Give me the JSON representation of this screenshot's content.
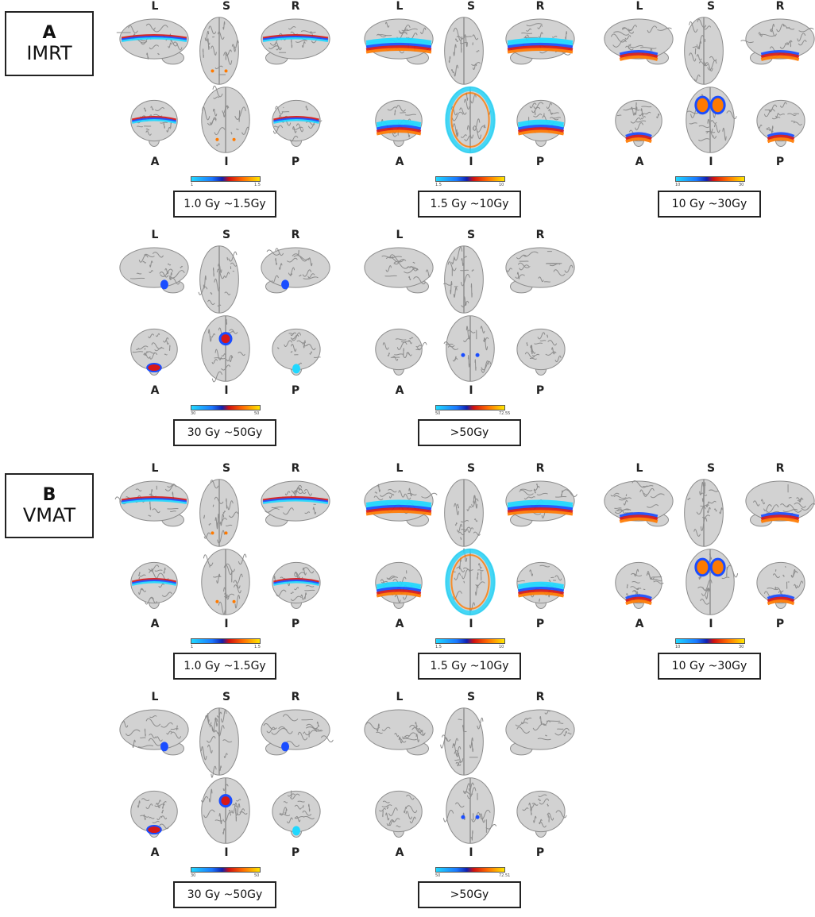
{
  "sections": [
    {
      "letter": "A",
      "name": "IMRT",
      "panels": [
        {
          "range": "1.0 Gy ~1.5Gy",
          "cbar_min": "1",
          "cbar_max": "1.5"
        },
        {
          "range": "1.5 Gy ~10Gy",
          "cbar_min": "1.5",
          "cbar_max": "10"
        },
        {
          "range": "10 Gy ~30Gy",
          "cbar_min": "10",
          "cbar_max": "30"
        },
        {
          "range": "30 Gy ~50Gy",
          "cbar_min": "30",
          "cbar_max": "50"
        },
        {
          "range": ">50Gy",
          "cbar_min": "50",
          "cbar_max": "72.55"
        }
      ]
    },
    {
      "letter": "B",
      "name": "VMAT",
      "panels": [
        {
          "range": "1.0 Gy ~1.5Gy",
          "cbar_min": "1",
          "cbar_max": "1.5"
        },
        {
          "range": "1.5 Gy ~10Gy",
          "cbar_min": "1.5",
          "cbar_max": "10"
        },
        {
          "range": "10 Gy ~30Gy",
          "cbar_min": "10",
          "cbar_max": "30"
        },
        {
          "range": "30 Gy ~50Gy",
          "cbar_min": "30",
          "cbar_max": "50"
        },
        {
          "range": ">50Gy",
          "cbar_min": "50",
          "cbar_max": "72.51"
        }
      ]
    }
  ],
  "view_labels": {
    "left": "L",
    "superior": "S",
    "right": "R",
    "anterior": "A",
    "inferior": "I",
    "posterior": "P"
  },
  "colors": {
    "brain": "#d2d2d2",
    "brain_shade": "#8c8c8c",
    "cyan": "#20d8ff",
    "blue": "#1a4dff",
    "red": "#d81818",
    "orange": "#ff7a00",
    "yellow": "#ffe600"
  }
}
